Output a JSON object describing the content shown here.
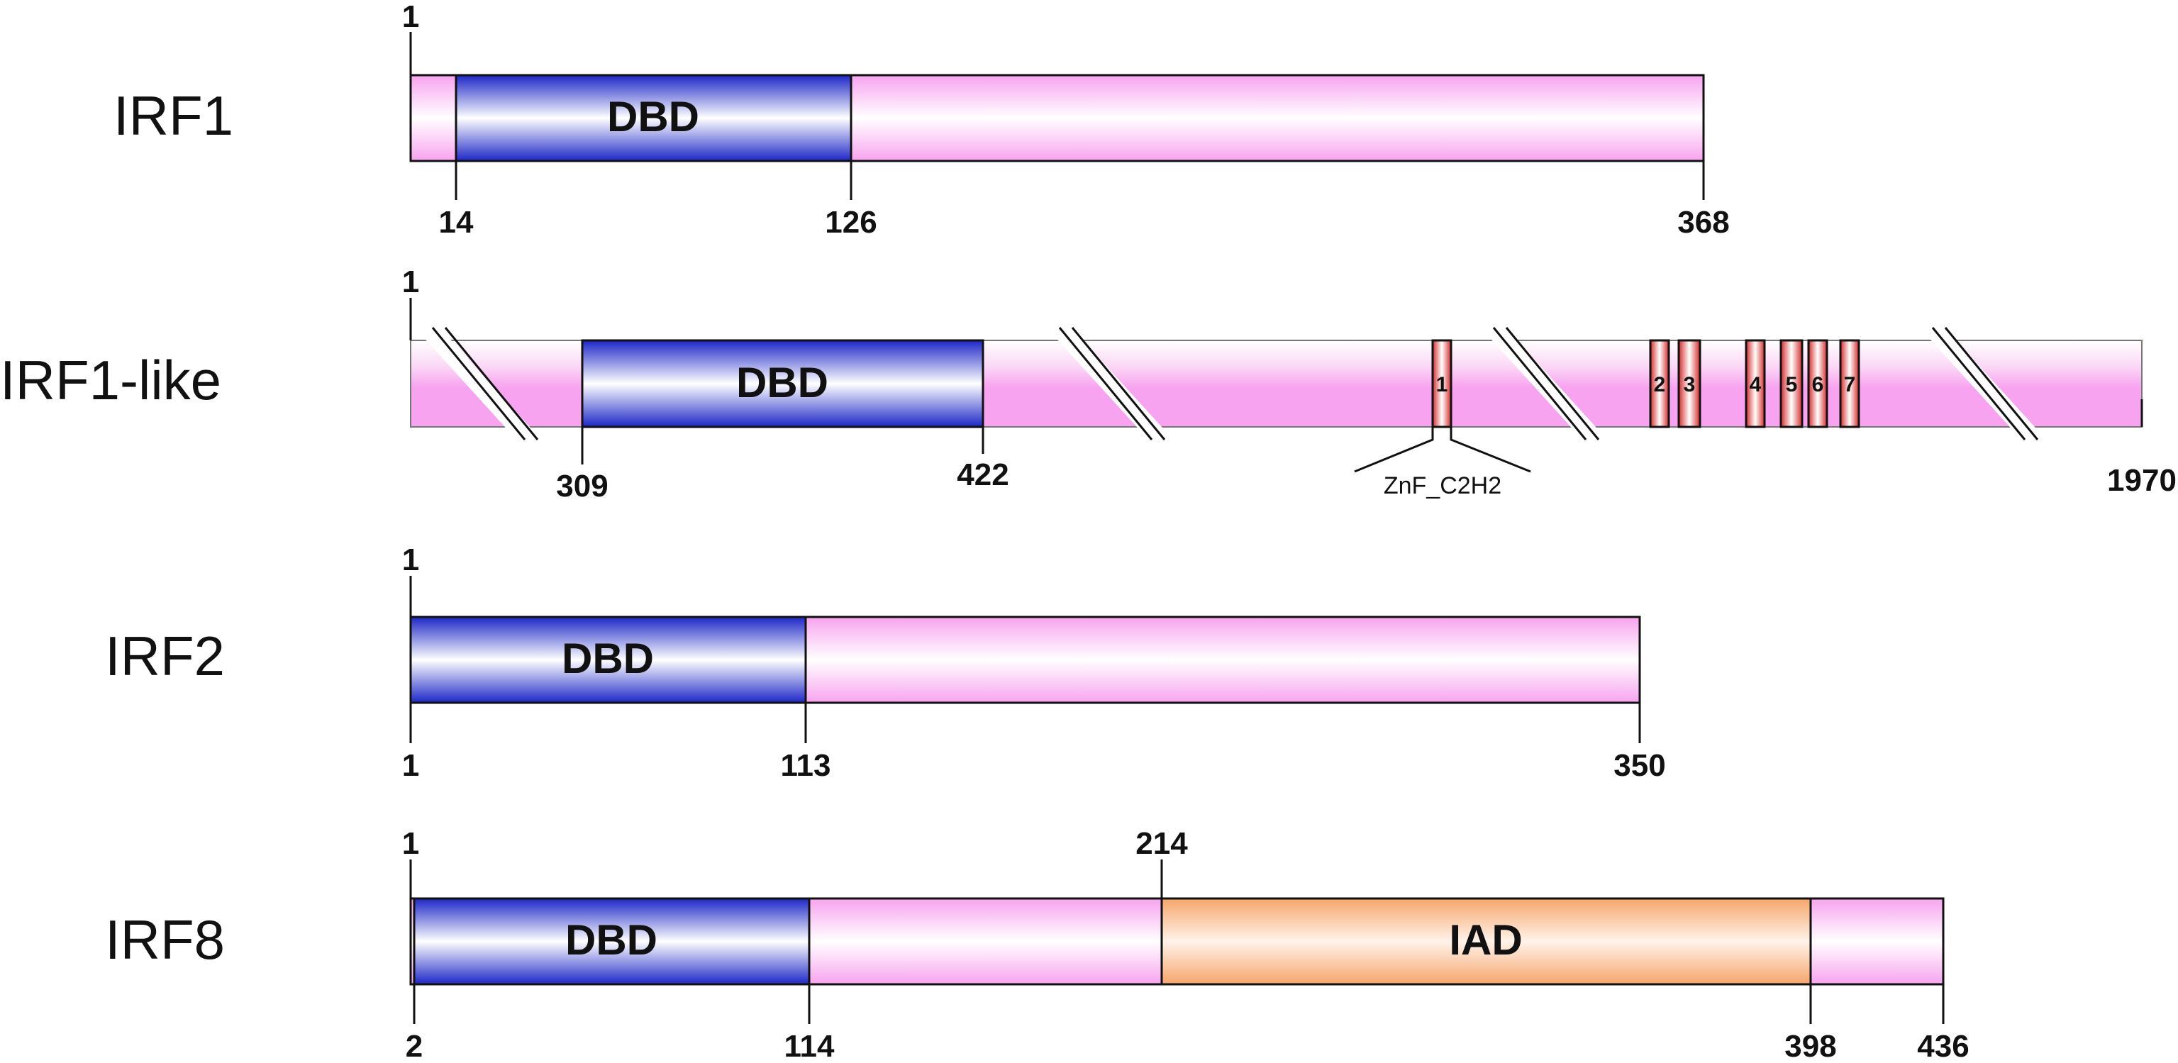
{
  "proteins": [
    {
      "name": "IRF1",
      "length_label": "368",
      "top_labels": [
        "1"
      ],
      "bottom_labels": [
        "14",
        "126",
        "368"
      ],
      "domains": [
        {
          "label": "DBD",
          "type": "DBD",
          "start": "14",
          "end": "126"
        }
      ]
    },
    {
      "name": "IRF1-like",
      "top_labels": [
        "1"
      ],
      "bottom_labels": [
        "309",
        "422",
        "1970"
      ],
      "domains": [
        {
          "label": "DBD",
          "type": "DBD",
          "start": "309",
          "end": "422"
        }
      ],
      "zinc_fingers": [
        "1",
        "2",
        "3",
        "4",
        "5",
        "6",
        "7"
      ],
      "zinc_finger_label": "ZnF_C2H2"
    },
    {
      "name": "IRF2",
      "top_labels": [
        "1"
      ],
      "bottom_labels": [
        "1",
        "113",
        "350"
      ],
      "domains": [
        {
          "label": "DBD",
          "type": "DBD",
          "start": "1",
          "end": "113"
        }
      ]
    },
    {
      "name": "IRF8",
      "top_labels": [
        "1",
        "214"
      ],
      "bottom_labels": [
        "2",
        "114",
        "398",
        "436"
      ],
      "domains": [
        {
          "label": "DBD",
          "type": "DBD",
          "start": "2",
          "end": "114"
        },
        {
          "label": "IAD",
          "type": "IAD",
          "start": "214",
          "end": "398"
        }
      ]
    }
  ],
  "colors": {
    "backbone": "#f7a3ef",
    "dbd": "#1d27c7",
    "iad": "#f6a56a",
    "zinc_finger": "#d62b2b"
  }
}
